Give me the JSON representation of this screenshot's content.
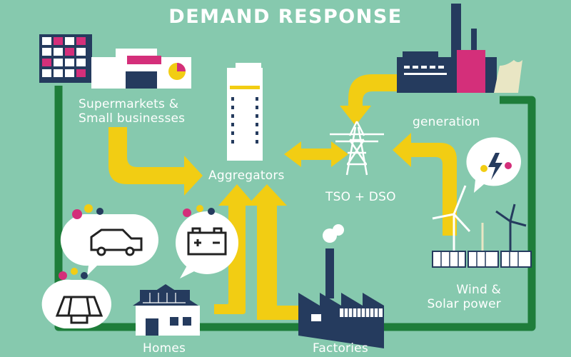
{
  "title": "DEMAND RESPONSE",
  "nodes": {
    "supermarkets": "Supermarkets &\nSmall businesses",
    "aggregators": "Aggregators",
    "tso_dso": "TSO + DSO",
    "generation": "generation",
    "wind_solar": "Wind &\nSolar power",
    "homes": "Homes",
    "factories": "Factories"
  },
  "colors": {
    "background": "#86c9ae",
    "grid_line": "#1e7d3a",
    "arrow": "#f2cd13",
    "navy": "#253b5e",
    "magenta": "#d42f7a",
    "white": "#ffffff"
  }
}
